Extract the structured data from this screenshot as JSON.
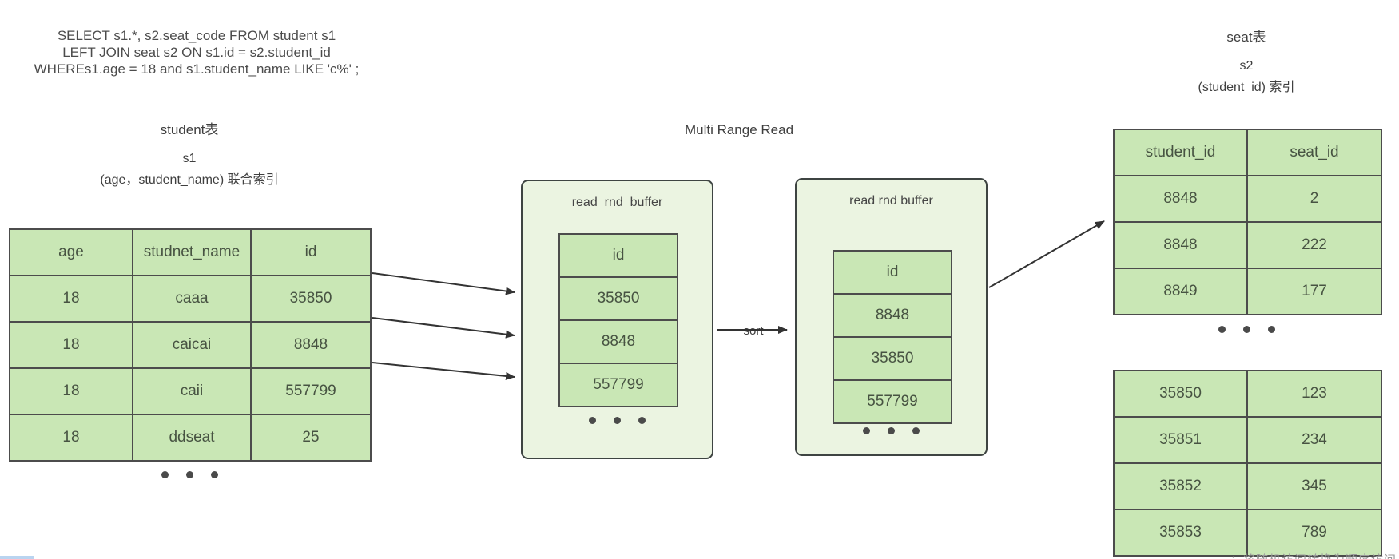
{
  "query": {
    "lines": [
      "SELECT s1.*, s2.seat_code FROM student s1",
      "LEFT JOIN seat s2 ON s1.id = s2.student_id",
      "WHEREs1.age = 18 and s1.student_name LIKE 'c%' ;"
    ]
  },
  "student": {
    "table_title": "student表",
    "alias": "s1",
    "index_label": "(age，student_name) 联合索引",
    "headers": [
      "age",
      "studnet_name",
      "id"
    ],
    "rows": [
      [
        "18",
        "caaa",
        "35850"
      ],
      [
        "18",
        "caicai",
        "8848"
      ],
      [
        "18",
        "caii",
        "557799"
      ],
      [
        "18",
        "ddseat",
        "25"
      ]
    ]
  },
  "mrr": {
    "title": "Multi Range Read",
    "sort_label": "sort",
    "buffer1": {
      "label": "read_rnd_buffer",
      "header": "id",
      "values": [
        "35850",
        "8848",
        "557799"
      ]
    },
    "buffer2": {
      "label": "read rnd buffer",
      "header": "id",
      "values": [
        "8848",
        "35850",
        "557799"
      ]
    }
  },
  "seat": {
    "table_title": "seat表",
    "alias": "s2",
    "index_label": "(student_id) 索引",
    "headers": [
      "student_id",
      "seat_id"
    ],
    "rows_top": [
      [
        "8848",
        "2"
      ],
      [
        "8848",
        "222"
      ],
      [
        "8849",
        "177"
      ]
    ],
    "rows_bottom": [
      [
        "35850",
        "123"
      ],
      [
        "35851",
        "234"
      ],
      [
        "35852",
        "345"
      ],
      [
        "35853",
        "789"
      ]
    ]
  },
  "footer": {
    "truncated_note": "：将随机访问转换为顺序访问"
  },
  "colors": {
    "cell_fill": "#c9e7b5",
    "panel_fill": "#ebf4e1",
    "table_border": "#4c4c4c",
    "arrow": "#333333",
    "note_text": "#9a9a9a"
  }
}
